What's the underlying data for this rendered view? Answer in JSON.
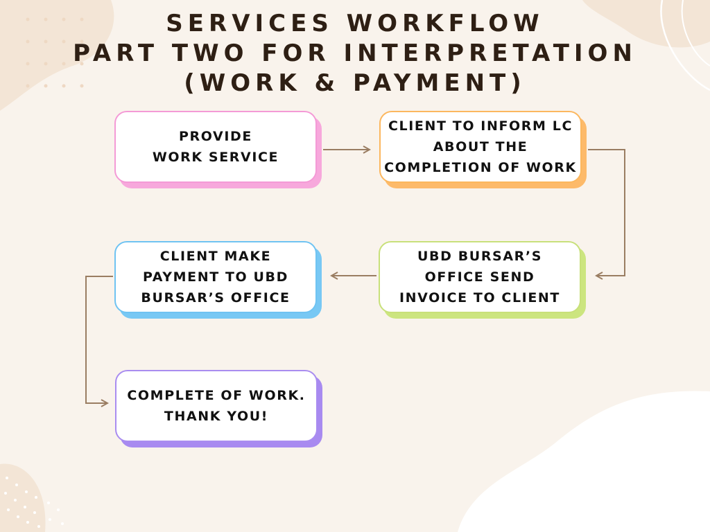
{
  "title_lines": [
    "SERVICES WORKFLOW",
    "PART TWO FOR INTERPRETATION",
    "(WORK & PAYMENT)"
  ],
  "nodes": {
    "provide": {
      "label": "PROVIDE\nWORK SERVICE",
      "border": "#f49ad6",
      "shadow": "#f7a8dc"
    },
    "inform": {
      "label": "CLIENT TO INFORM LC\nABOUT THE\nCOMPLETION OF WORK",
      "border": "#fcb75e",
      "shadow": "#fdba6a"
    },
    "invoice": {
      "label": "UBD BURSAR’S\nOFFICE SEND\nINVOICE TO CLIENT",
      "border": "#c8e07a",
      "shadow": "#cce57f"
    },
    "payment": {
      "label": "CLIENT MAKE\nPAYMENT TO UBD\nBURSAR’S OFFICE",
      "border": "#6fc3f2",
      "shadow": "#78c8f4"
    },
    "complete": {
      "label": "COMPLETE OF WORK.\nTHANK YOU!",
      "border": "#a98cf0",
      "shadow": "#a88af0"
    }
  },
  "colors": {
    "background": "#f9f3ec",
    "blob": "#f3e5d6",
    "arrow": "#9a7d62",
    "title": "#2e1f14"
  }
}
